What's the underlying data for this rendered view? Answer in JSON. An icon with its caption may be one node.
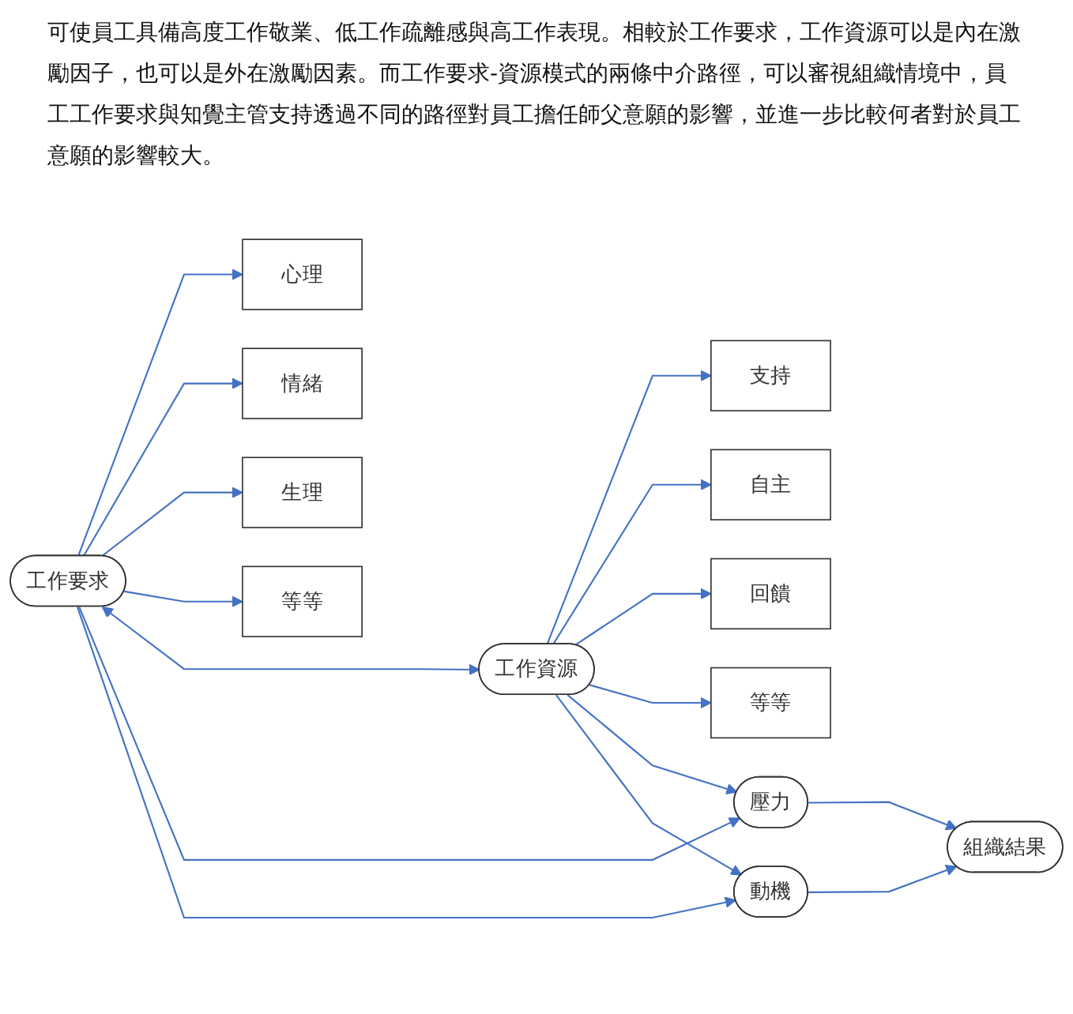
{
  "diagram": {
    "nodes": [
      {
        "text": [
          "心理"
        ]
      },
      {
        "text": [
          "情緒"
        ]
      },
      {
        "text": [
          "生理"
        ]
      },
      {
        "text": [
          "等等"
        ]
      },
      {
        "text": [
          "支持"
        ]
      },
      {
        "text": [
          "自主"
        ]
      },
      {
        "text": [
          "回饋"
        ]
      },
      {
        "text": [
          "等等"
        ]
      },
      {
        "text": [
          "工作要求"
        ]
      },
      {
        "text": [
          "工作資源"
        ]
      },
      {
        "text": [
          "壓力"
        ]
      },
      {
        "text": [
          "動機"
        ]
      },
      {
        "text": [
          "組織結果"
        ]
      }
    ],
    "edges": [
      {
        "from": 8,
        "to": 0,
        "arrow": "to"
      },
      {
        "from": 8,
        "to": 1,
        "arrow": "to"
      },
      {
        "from": 8,
        "to": 2,
        "arrow": "to"
      },
      {
        "from": 8,
        "to": 3,
        "arrow": "to"
      },
      {
        "from": 9,
        "to": 4,
        "arrow": "to"
      },
      {
        "from": 9,
        "to": 5,
        "arrow": "to"
      },
      {
        "from": 9,
        "to": 6,
        "arrow": "to"
      },
      {
        "from": 9,
        "to": 7,
        "arrow": "to"
      },
      {
        "from": 8,
        "to": 9,
        "arrow": "both"
      },
      {
        "from": 8,
        "to": 10,
        "arrow": "to"
      },
      {
        "from": 8,
        "to": 11,
        "arrow": "to"
      },
      {
        "from": 9,
        "to": 10,
        "arrow": "to"
      },
      {
        "from": 9,
        "to": 11,
        "arrow": "to"
      },
      {
        "from": 10,
        "to": 12,
        "arrow": "to"
      },
      {
        "from": 11,
        "to": 12,
        "arrow": "to"
      }
    ],
    "labels": [
      "可使員工具備高度工作敬業、低工作疏離感與高工作表現。相較於工作要求，工作資源可以是內在激勵因子，也可以是外在激勵因素。而工作要求-資源模式的兩條中介路徑，可以審視組織情境中，員工工作要求與知覺主管支持透過不同的路徑對員工擔任師父意願的影響，並進一步比較何者對於員工意願的影響較大。"
    ]
  }
}
